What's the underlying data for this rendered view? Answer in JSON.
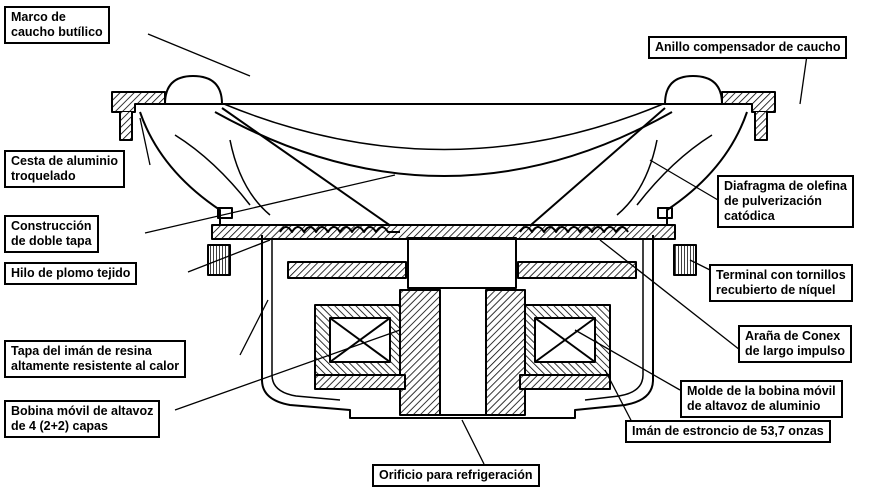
{
  "labels": {
    "marco": [
      "Marco de",
      "caucho butílico"
    ],
    "anillo": [
      "Anillo compensador de caucho"
    ],
    "cesta": [
      "Cesta de aluminio",
      "troquelado"
    ],
    "diafragma": [
      "Diafragma de olefina",
      "de pulverización",
      "catódica"
    ],
    "construccion": [
      "Construcción",
      "de doble tapa"
    ],
    "terminal": [
      "Terminal con tornillos",
      "recubierto de níquel"
    ],
    "hilo": [
      "Hilo de plomo tejido"
    ],
    "arana": [
      "Araña de Conex",
      "de largo impulso"
    ],
    "tapa": [
      "Tapa del imán de resina",
      "altamente resistente al calor"
    ],
    "molde": [
      "Molde de la bobina móvil",
      "de altavoz de aluminio"
    ],
    "bobina": [
      "Bobina móvil de altavoz",
      "de 4 (2+2) capas"
    ],
    "iman": [
      "Imán de estroncio de 53,7 onzas"
    ],
    "orificio": [
      "Orificio para refrigeración"
    ]
  },
  "colors": {
    "ink": "#000000",
    "paper": "#ffffff"
  }
}
